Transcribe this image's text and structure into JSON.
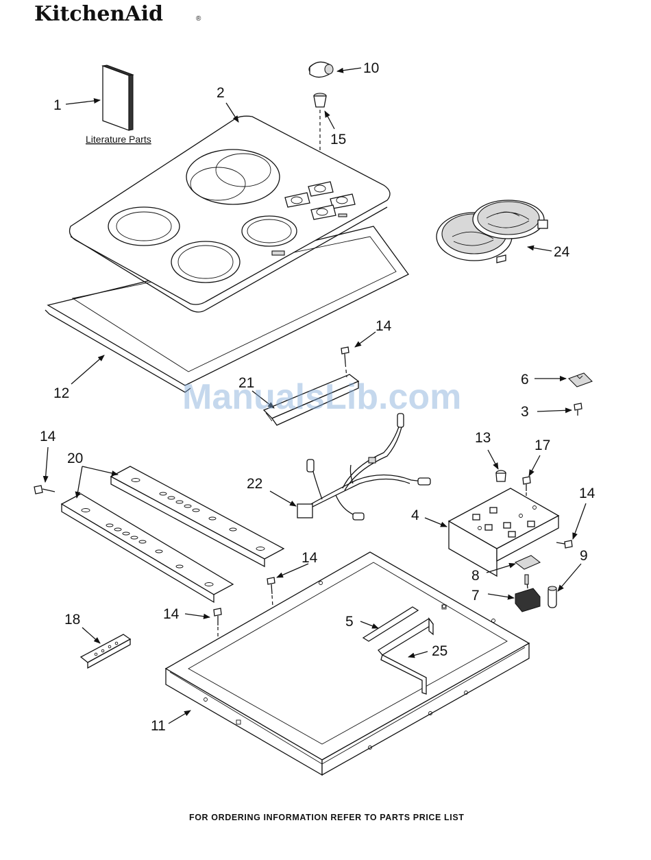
{
  "brand": "KitchenAid",
  "brand_mark": "®",
  "literature_label": "Literature Parts",
  "watermark": "ManualsLib.com",
  "footer": "FOR ORDERING INFORMATION REFER TO PARTS PRICE LIST",
  "callouts": {
    "c1": "1",
    "c2": "2",
    "c3": "3",
    "c4": "4",
    "c5": "5",
    "c6": "6",
    "c7": "7",
    "c8": "8",
    "c9": "9",
    "c10": "10",
    "c11": "11",
    "c12": "12",
    "c13": "13",
    "c14": "14",
    "c15": "15",
    "c17": "17",
    "c18": "18",
    "c20": "20",
    "c21": "21",
    "c22": "22",
    "c24": "24",
    "c25": "25"
  }
}
